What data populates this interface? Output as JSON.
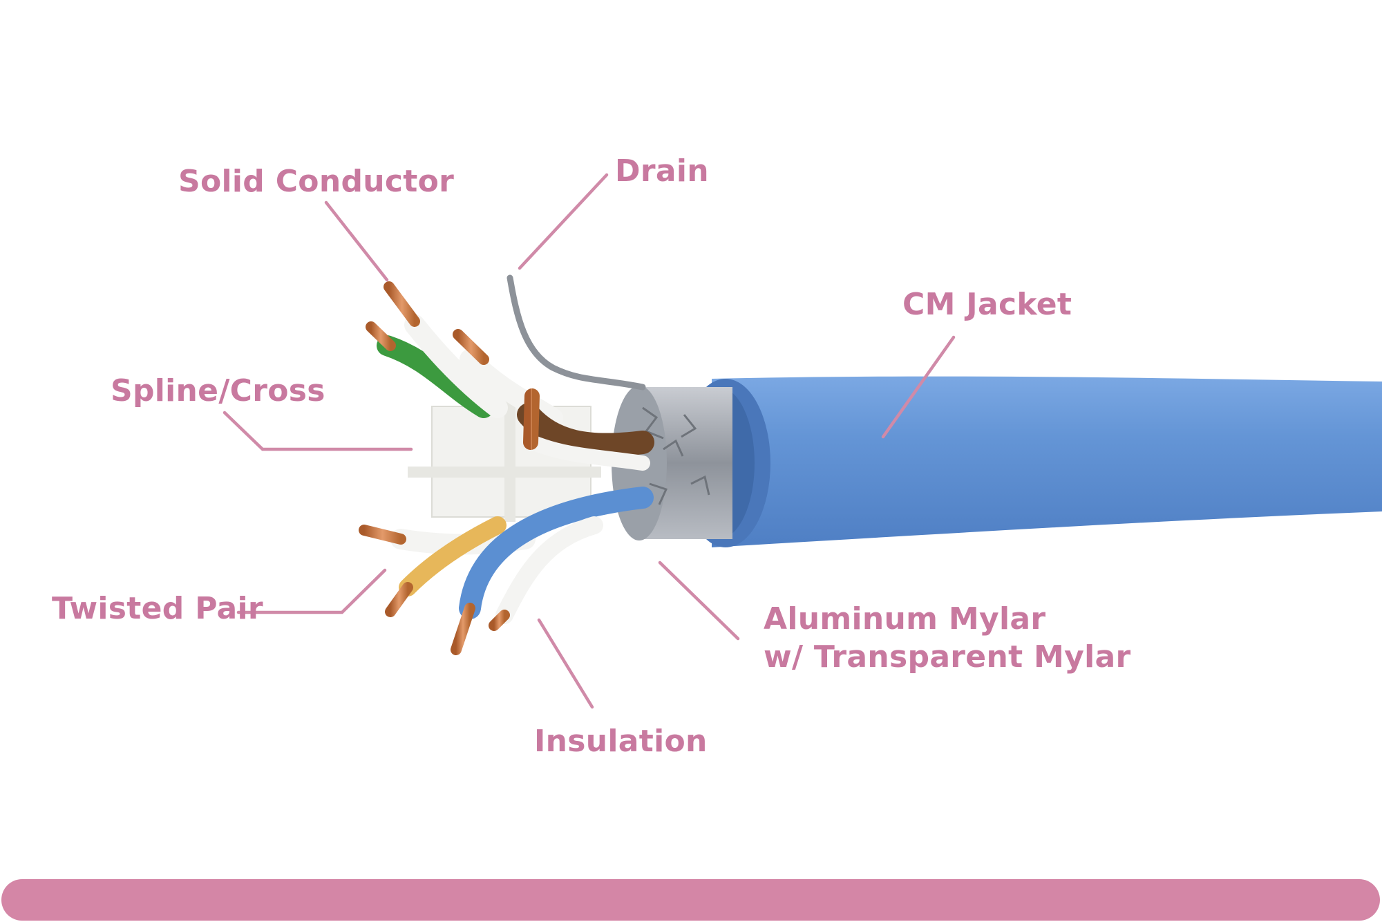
{
  "labels": {
    "solid_conductor": "Solid Conductor",
    "drain": "Drain",
    "cm_jacket": "CM Jacket",
    "spline_cross": "Spline/Cross",
    "twisted_pair": "Twisted Pair",
    "aluminum_mylar_line1": "Aluminum Mylar",
    "aluminum_mylar_line2": "w/ Transparent Mylar",
    "insulation": "Insulation"
  },
  "colors": {
    "label_text": "#c8799f",
    "leader_line": "#d08aa8",
    "jacket": "#5f8fd1",
    "footer_bar": "#d486a6"
  }
}
